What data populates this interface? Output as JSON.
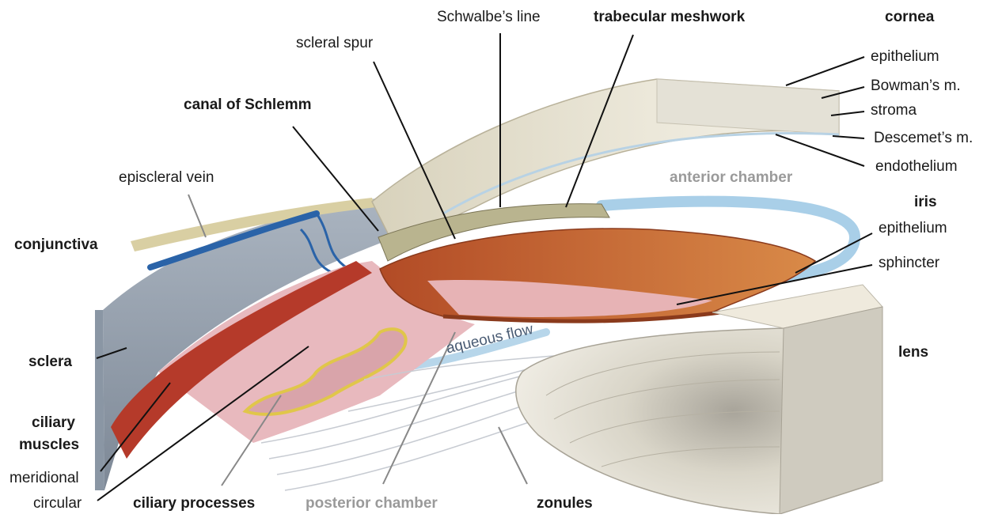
{
  "labels": {
    "schwalbes_line": "Schwalbe’s line",
    "trabecular_meshwork": "trabecular meshwork",
    "cornea": "cornea",
    "cornea_epithelium": "epithelium",
    "bowmans_membrane": "Bowman’s m.",
    "stroma": "stroma",
    "descemets_membrane": "Descemet’s m.",
    "endothelium": "endothelium",
    "scleral_spur": "scleral spur",
    "canal_of_schlemm": "canal of Schlemm",
    "episcleral_vein": "episcleral vein",
    "anterior_chamber": "anterior chamber",
    "iris": "iris",
    "iris_epithelium": "epithelium",
    "sphincter": "sphincter",
    "conjunctiva": "conjunctiva",
    "aqueous_flow": "aqueous flow",
    "lens": "lens",
    "sclera": "sclera",
    "ciliary_muscles_line1": "ciliary",
    "ciliary_muscles_line2": "muscles",
    "meridional": "meridional",
    "circular": "circular",
    "ciliary_processes": "ciliary processes",
    "posterior_chamber": "posterior chamber",
    "zonules": "zonules"
  },
  "colors": {
    "label_text": "#1a1a1a",
    "chamber_label": "#9a9a9a",
    "aqueous_flow_arrow": "#a9cfe8",
    "cornea": "#e9e5d6",
    "sclera": "#8e9bab",
    "ciliary_muscle": "#b53a2a",
    "iris": "#c9682f",
    "lens": "#d8d4c6",
    "vein": "#2a63a8"
  }
}
